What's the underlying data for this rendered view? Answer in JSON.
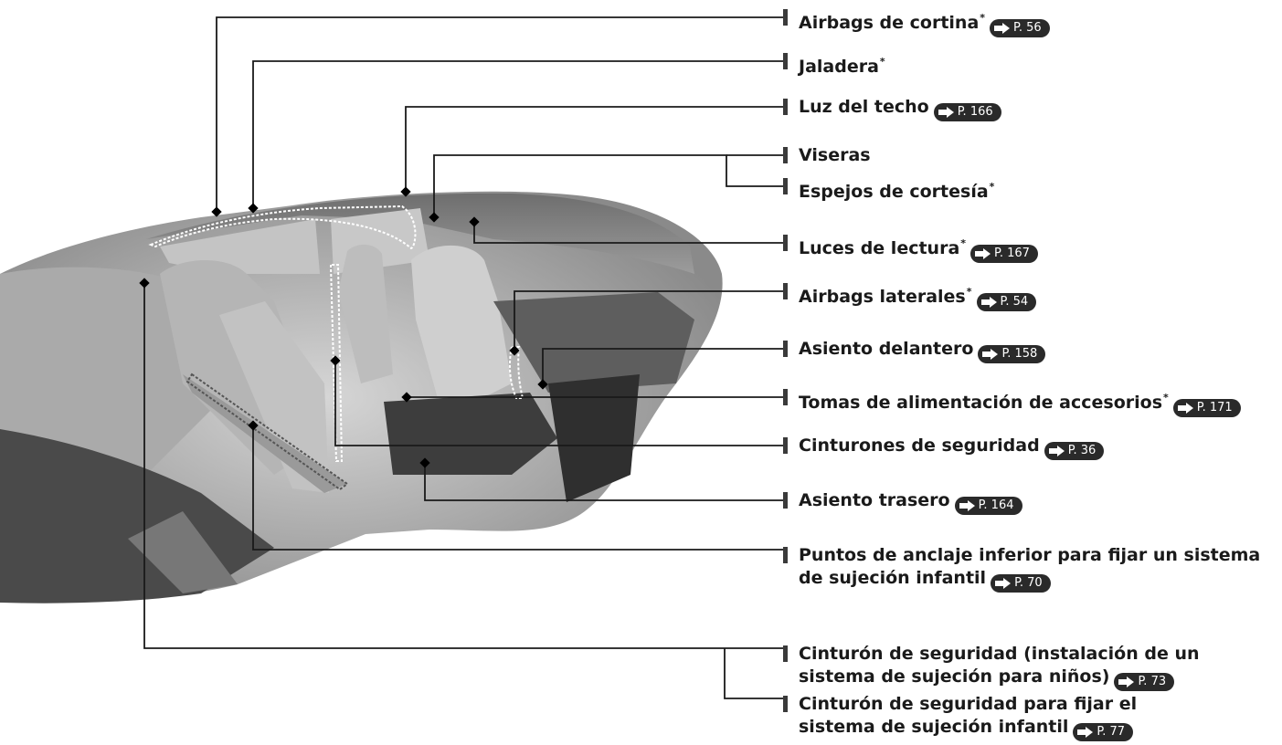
{
  "labels": [
    {
      "id": "airbags-cortina",
      "text": "Airbags de cortina",
      "star": "*",
      "page": "P. 56"
    },
    {
      "id": "jaladera",
      "text": "Jaladera",
      "star": "*",
      "page": ""
    },
    {
      "id": "luz-techo",
      "text": "Luz del techo",
      "star": "",
      "page": "P. 166"
    },
    {
      "id": "viseras",
      "text": "Viseras",
      "star": "",
      "page": ""
    },
    {
      "id": "espejos-cortesia",
      "text": "Espejos de cortesía",
      "star": "*",
      "page": ""
    },
    {
      "id": "luces-lectura",
      "text": "Luces de lectura",
      "star": "*",
      "page": "P. 167"
    },
    {
      "id": "airbags-laterales",
      "text": "Airbags laterales",
      "star": "*",
      "page": "P. 54"
    },
    {
      "id": "asiento-delantero",
      "text": "Asiento delantero",
      "star": "",
      "page": "P. 158"
    },
    {
      "id": "tomas-alimentacion",
      "text": "Tomas de alimentación de accesorios",
      "star": "*",
      "page": "P. 171"
    },
    {
      "id": "cinturones-seguridad",
      "text": "Cinturones de seguridad",
      "star": "",
      "page": "P. 36"
    },
    {
      "id": "asiento-trasero",
      "text": "Asiento trasero",
      "star": "",
      "page": "P. 164"
    },
    {
      "id": "puntos-anclaje",
      "line1": "Puntos de anclaje inferior para fijar un sistema",
      "line2": "de sujeción infantil",
      "page": "P. 70"
    },
    {
      "id": "cinturon-instalacion",
      "line1": "Cinturón de seguridad (instalación de un",
      "line2": "sistema de sujeción para niños)",
      "page": "P. 73"
    },
    {
      "id": "cinturon-fijar",
      "line1": "Cinturón de seguridad para fijar el",
      "line2": "sistema de sujeción infantil",
      "page": "P. 77"
    }
  ],
  "colors": {
    "leader_line": "#1a1a1a",
    "page_ref_badge": "#2a2a2a",
    "text": "#1a1a1a"
  },
  "icons": {
    "page_ref": "arrow-right-icon",
    "label_marker": "vertical-bar-marker"
  }
}
